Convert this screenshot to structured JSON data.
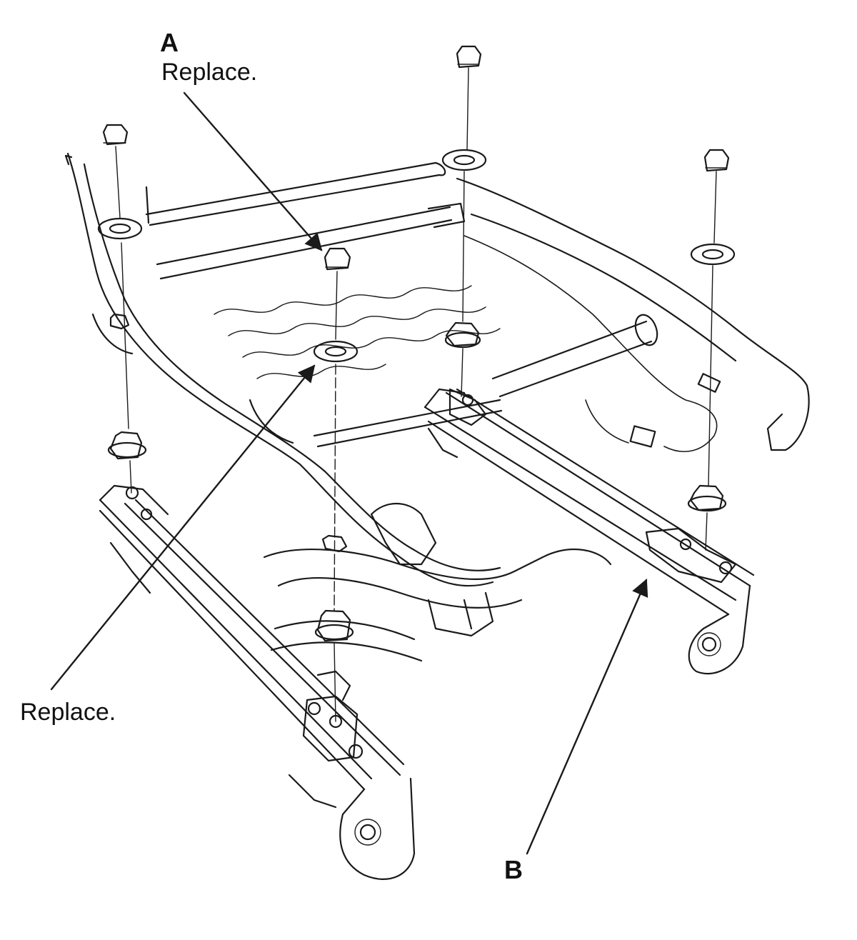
{
  "callouts": {
    "a_letter": "A",
    "a_note": "Replace.",
    "washer_note": "Replace.",
    "b_letter": "B"
  },
  "colors": {
    "line": "#1a1a1a",
    "background": "#ffffff"
  }
}
